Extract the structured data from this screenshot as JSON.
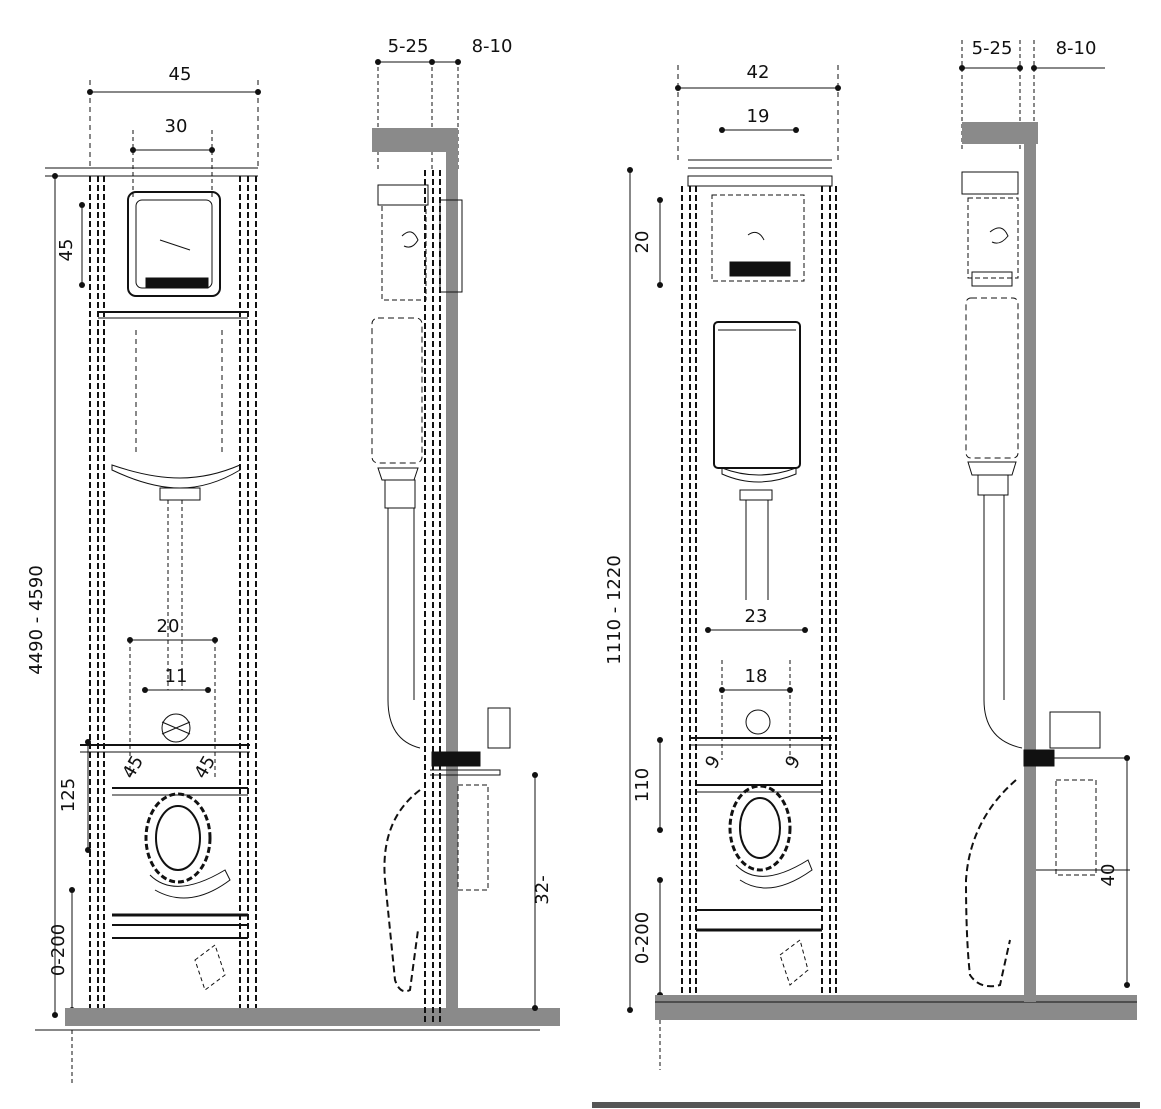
{
  "drawing": {
    "colors": {
      "line": "#111111",
      "wall": "#8a8a8a",
      "floor": "#8a8a8a",
      "background": "#ffffff"
    },
    "left_unit": {
      "front_view": {
        "width": "45",
        "plate_width": "30",
        "plate_height": "45",
        "total_height": "4490 - 4590",
        "pipe_spacing_outer": "20",
        "pipe_spacing_inner": "11",
        "bowl_height": "125",
        "floor_gap": "0-200",
        "side_labels": [
          "45",
          "45"
        ]
      },
      "side_view": {
        "depth_a": "5-25",
        "depth_b": "8-10",
        "seat_height": "32-"
      }
    },
    "right_unit": {
      "front_view": {
        "width": "42",
        "plate_width": "19",
        "plate_height": "20",
        "total_height": "1110 - 1220",
        "pipe_spacing_outer": "23",
        "pipe_spacing_inner": "18",
        "bowl_height": "110",
        "floor_gap": "0-200",
        "side_labels": [
          "9",
          "9"
        ]
      },
      "side_view": {
        "depth_a": "5-25",
        "depth_b": "8-10",
        "seat_height": "40"
      }
    }
  }
}
